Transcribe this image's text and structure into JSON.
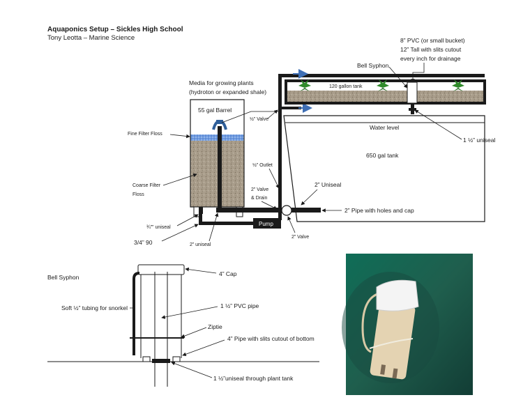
{
  "header": {
    "title": "Aquaponics Setup – Sickles High School",
    "author": "Tony Leotta – Marine Science"
  },
  "system": {
    "media_label_1": "Media for growing plants",
    "media_label_2": "(hydroton or expanded shale)",
    "barrel_label": "55 gal Barrel",
    "fine_filter": "Fine Filter Floss",
    "coarse_filter_1": "Coarse Filter",
    "coarse_filter_2": "Floss",
    "half_valve": "½” Valve",
    "half_outlet": "½” Outlet",
    "two_valve_drain_1": "2” Valve",
    "two_valve_drain_2": "& Drain",
    "uniseal_34": "¾”” uniseal",
    "ninety_34": "3/4”  90",
    "uniseal_2_bottom": "2” uniseal",
    "pump": "Pump",
    "two_valve": "2” Valve",
    "two_uniseal": "2” Uniseal",
    "pipe_holes": "2” Pipe with holes and cap",
    "bell_syphon": "Bell Syphon",
    "pvc_1": "8” PVC (or small bucket)",
    "pvc_2": "12” Tall with slits cutout",
    "pvc_3": "every inch for drainage",
    "grow_tank": "120 gallon tank",
    "water_level": "Water level",
    "main_tank": "650 gal tank",
    "uniseal_1half": "1 ½” uniseal"
  },
  "bell_detail": {
    "heading": "Bell Syphon",
    "tubing": "Soft ½” tubing for snorkel",
    "cap": "4” Cap",
    "pvc_pipe": "1 ½” PVC pipe",
    "ziptie": "Ziptie",
    "pipe4": "4” Pipe with slits cutout of bottom",
    "uniseal_through": "1 ½”uniseal through plant tank"
  },
  "colors": {
    "line": "#1a1a1a",
    "gravel": "#a89c8a",
    "fine_floss": "#5f8fd8",
    "arrow_blue": "#3f6fb5",
    "plant_green": "#2f8a2a",
    "photo_bg": "#1f5e4d"
  },
  "icons": {
    "plant": "plant-icon",
    "spray": "spray-head-icon",
    "flow": "flow-arrow-icon"
  }
}
